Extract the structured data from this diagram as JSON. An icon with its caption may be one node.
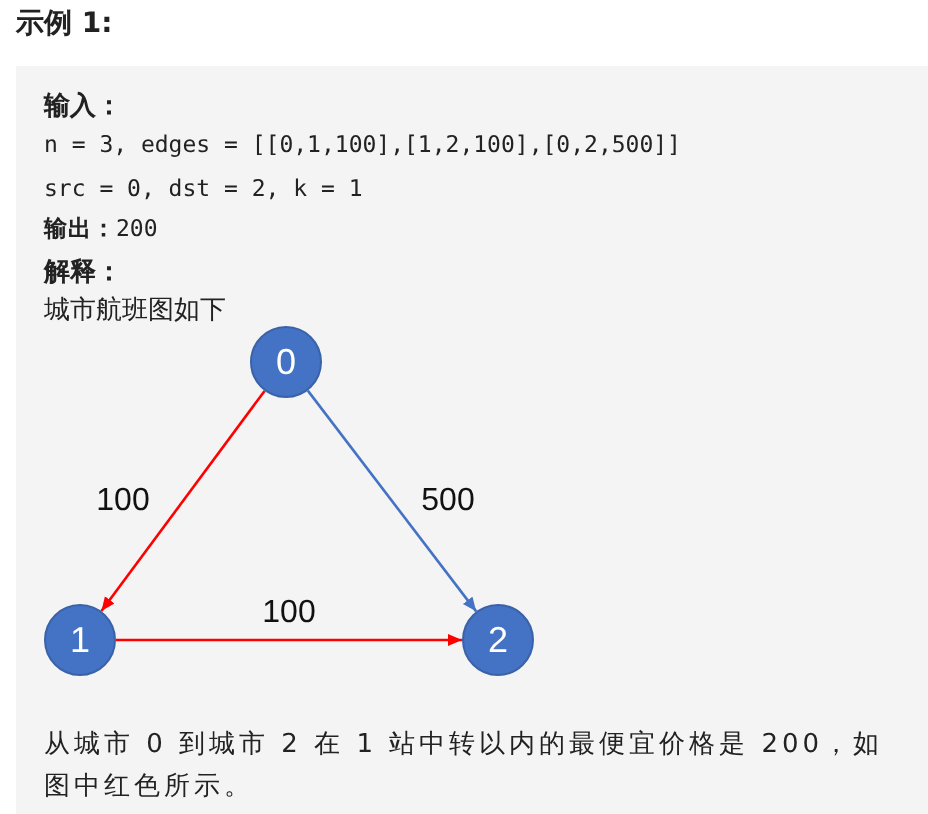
{
  "diagram": {
    "title": "示例 1:",
    "nodes": [
      {
        "text": [
          "0"
        ]
      },
      {
        "text": [
          "1"
        ]
      },
      {
        "text": [
          "2"
        ]
      }
    ],
    "edges": [
      {
        "from": 0,
        "to": 1,
        "arrow": "to",
        "label": "100"
      },
      {
        "from": 1,
        "to": 2,
        "arrow": "to",
        "label": "100"
      },
      {
        "from": 0,
        "to": 2,
        "arrow": "to",
        "label": "500",
        "color": "#4472c4"
      }
    ],
    "labels": [
      "输入：",
      "n = 3, edges = [[0,1,100],[1,2,100],[0,2,500]]",
      "src = 0, dst = 2, k = 1",
      "**输出：**200",
      "解释：",
      "城市航班图如下",
      "从城市 0 到城市 2 在 1 站中转以内的最便宜价格是 200，如图中红色所示。"
    ]
  }
}
